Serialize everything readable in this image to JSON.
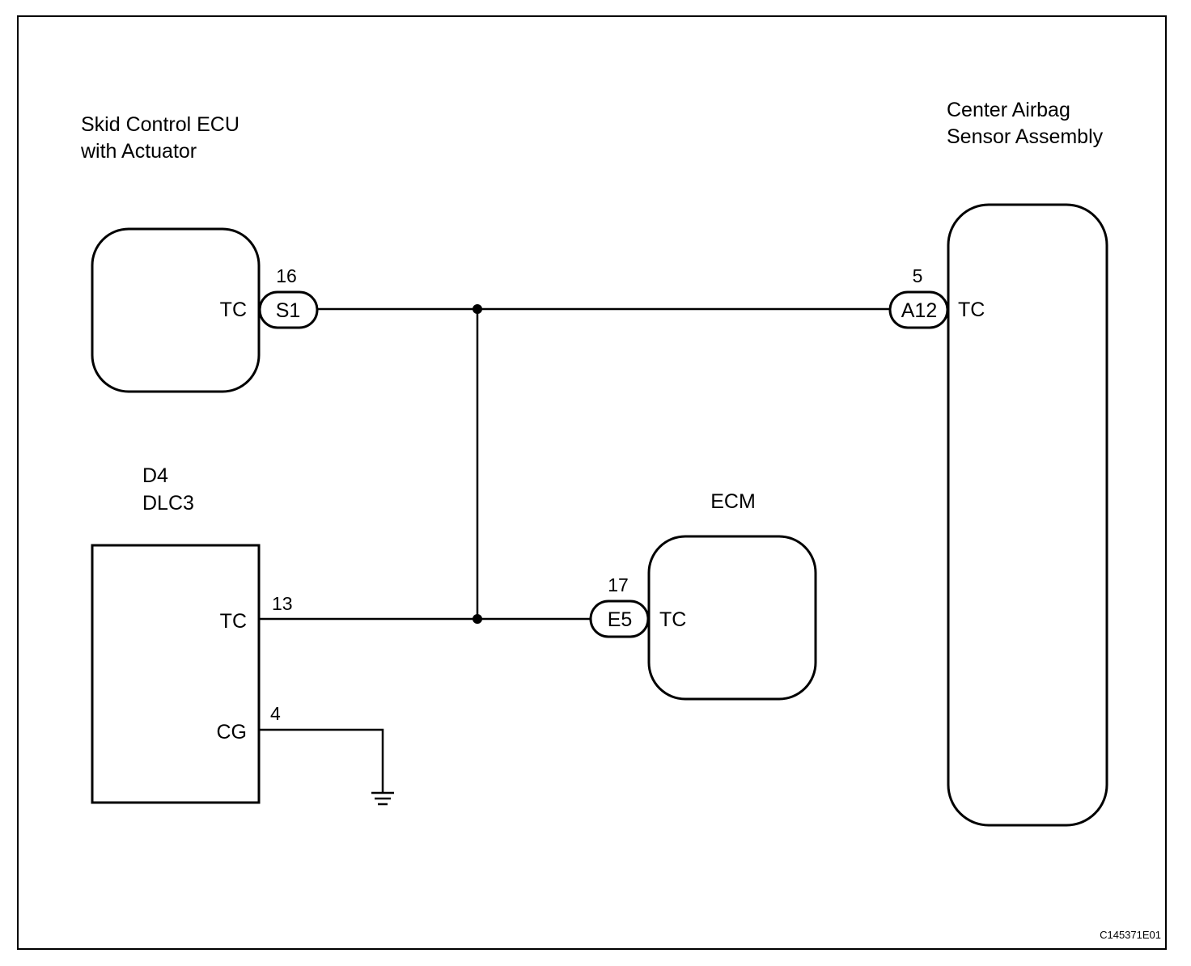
{
  "components": {
    "skid_ecu": {
      "title_line1": "Skid Control ECU",
      "title_line2": "with Actuator",
      "pin_name": "TC",
      "connector": "S1",
      "pin_number": "16"
    },
    "airbag_sensor": {
      "title_line1": "Center Airbag",
      "title_line2": "Sensor Assembly",
      "pin_name": "TC",
      "connector": "A12",
      "pin_number": "5"
    },
    "dlc3": {
      "title_line1": "D4",
      "title_line2": "DLC3",
      "pin_tc_name": "TC",
      "pin_tc_number": "13",
      "pin_cg_name": "CG",
      "pin_cg_number": "4"
    },
    "ecm": {
      "title": "ECM",
      "pin_name": "TC",
      "connector": "E5",
      "pin_number": "17"
    }
  },
  "figure_code": "C145371E01"
}
